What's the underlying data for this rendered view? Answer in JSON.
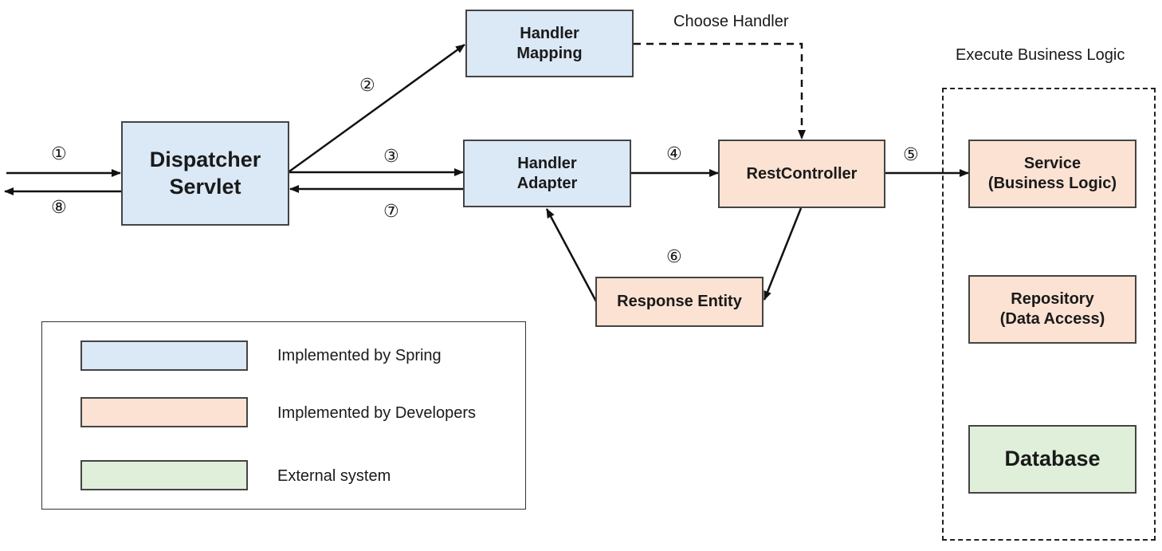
{
  "labels": {
    "choose_handler": "Choose Handler",
    "execute_business_logic": "Execute Business Logic"
  },
  "boxes": {
    "dispatcher_servlet": {
      "line1": "Dispatcher",
      "line2": "Servlet"
    },
    "handler_mapping": {
      "line1": "Handler",
      "line2": "Mapping"
    },
    "handler_adapter": {
      "line1": "Handler",
      "line2": "Adapter"
    },
    "rest_controller": "RestController",
    "response_entity": "Response Entity",
    "service": {
      "line1": "Service",
      "line2": "(Business Logic)"
    },
    "repository": {
      "line1": "Repository",
      "line2": "(Data Access)"
    },
    "database": "Database"
  },
  "steps": [
    "①",
    "②",
    "③",
    "④",
    "⑤",
    "⑥",
    "⑦",
    "⑧"
  ],
  "legend": [
    {
      "label": "Implemented by Spring",
      "color": "#dbe8f6"
    },
    {
      "label": "Implemented by Developers",
      "color": "#fbe2d2"
    },
    {
      "label": "External system",
      "color": "#e0efd9"
    }
  ],
  "colors": {
    "spring": "#dbe8f6",
    "developers": "#fbe2d2",
    "external": "#e0efd9"
  }
}
